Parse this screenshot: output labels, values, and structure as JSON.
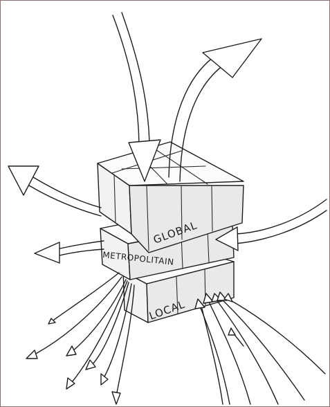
{
  "diagram": {
    "levels": [
      {
        "id": "global",
        "label": "GLOBAL"
      },
      {
        "id": "metropolitan",
        "label": "METROPOLITAIN"
      },
      {
        "id": "local",
        "label": "LOCAL"
      }
    ],
    "colors": {
      "ink": "#1d1d1d",
      "paper": "#ffffff",
      "border": "#8a6f6f"
    }
  }
}
